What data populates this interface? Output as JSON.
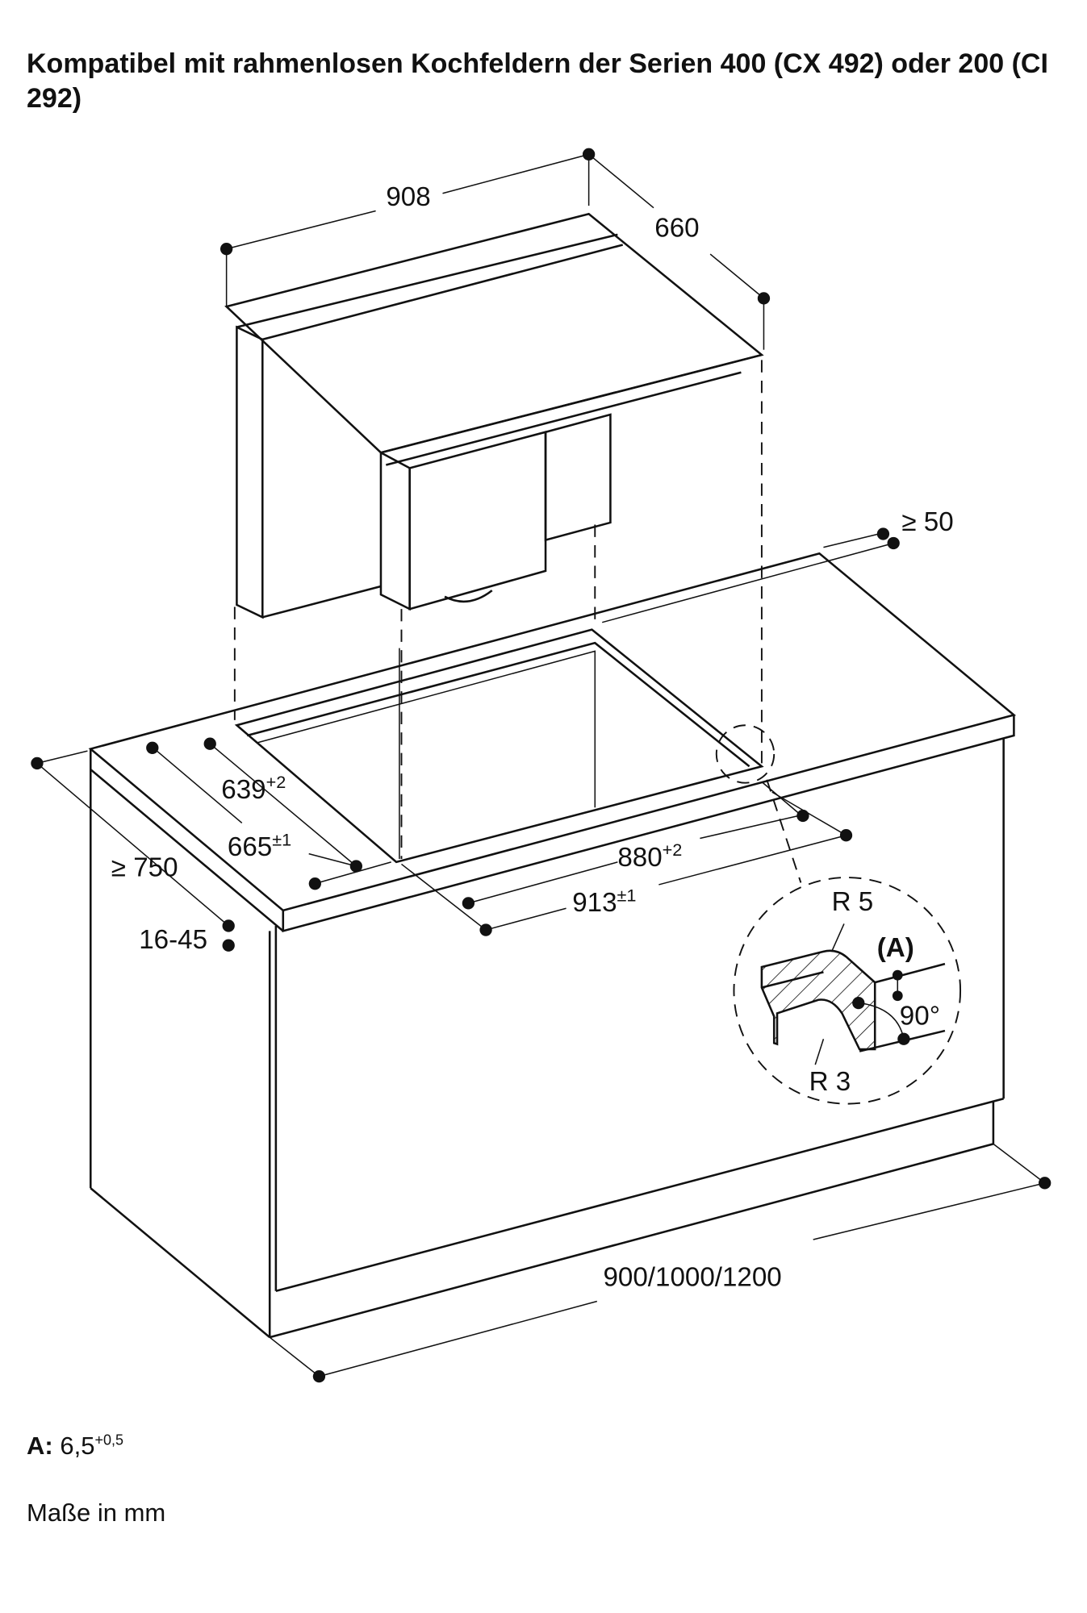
{
  "title": "Kompatibel mit rahmenlosen Kochfeldern der Serien 400 (CX 492) oder 200 (CI 292)",
  "dimensions": {
    "hob_width": "908",
    "hob_depth": "660",
    "rear_clearance": "≥ 50",
    "cutout_depth_inner": "639",
    "cutout_depth_inner_tol": "+2",
    "cutout_depth_outer": "665",
    "cutout_depth_outer_tol": "±1",
    "counter_depth": "≥ 750",
    "counter_thickness": "16-45",
    "cutout_width_inner": "880",
    "cutout_width_inner_tol": "+2",
    "cutout_width_outer": "913",
    "cutout_width_outer_tol": "±1",
    "cabinet_width": "900/1000/1200"
  },
  "detail": {
    "radius_top": "R 5",
    "radius_bottom": "R 3",
    "marker": "(A)",
    "angle": "90°"
  },
  "footnote": {
    "a_label": "A:",
    "a_value": "6,5",
    "a_tol": "+0,5",
    "units": "Maße in mm"
  }
}
